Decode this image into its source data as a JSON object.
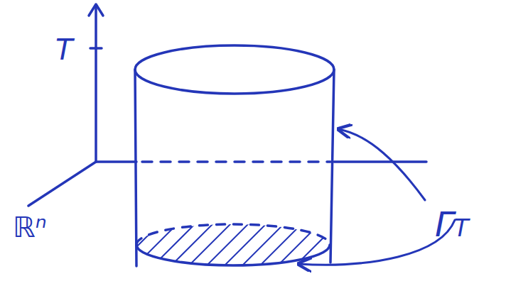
{
  "diagram": {
    "labels": [
      "T",
      "ℝⁿ",
      "ΓT"
    ]
  }
}
